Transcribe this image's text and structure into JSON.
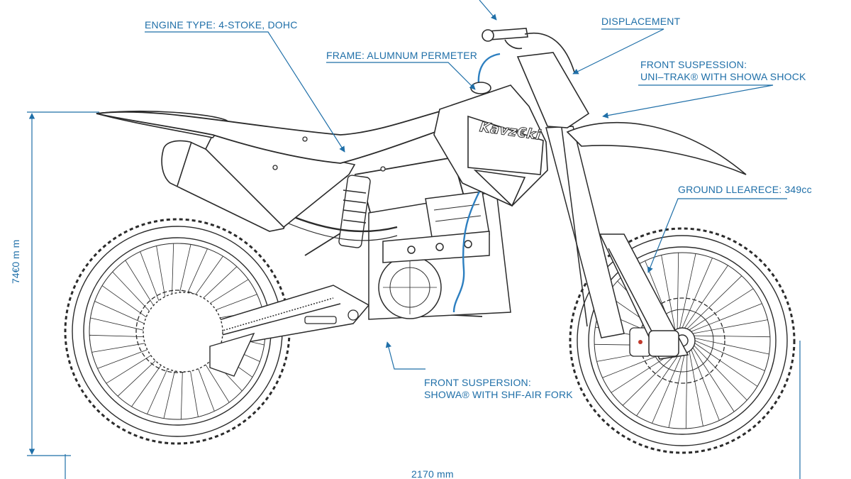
{
  "annotations": {
    "engine_type": "ENGINE TYPE: 4-STOKE, DOHC",
    "frame": "FRAME: ALUMNUM PERMETER",
    "displacement": "DISPLACEMENT",
    "front_suspension_top_line1": "FRONT SUSPESSION:",
    "front_suspension_top_line2": "UNI–TRAK® WITH SHOWA SHOCK",
    "ground_clearance": "GROUND LLEARECE: 349cc",
    "front_suspension_bottom_line1": "FRONT SUSPERSION:",
    "front_suspension_bottom_line2": "SHOWA® WITH SHF-AIR FORK"
  },
  "dimensions": {
    "height": "74€0 m m",
    "length": "2170 mm"
  },
  "branding": {
    "tank_logo": "Kavz€ki"
  },
  "colors": {
    "annotation": "#1f6fa8",
    "line_art": "#2b2b2b",
    "accent_line": "#2d7fc0"
  }
}
